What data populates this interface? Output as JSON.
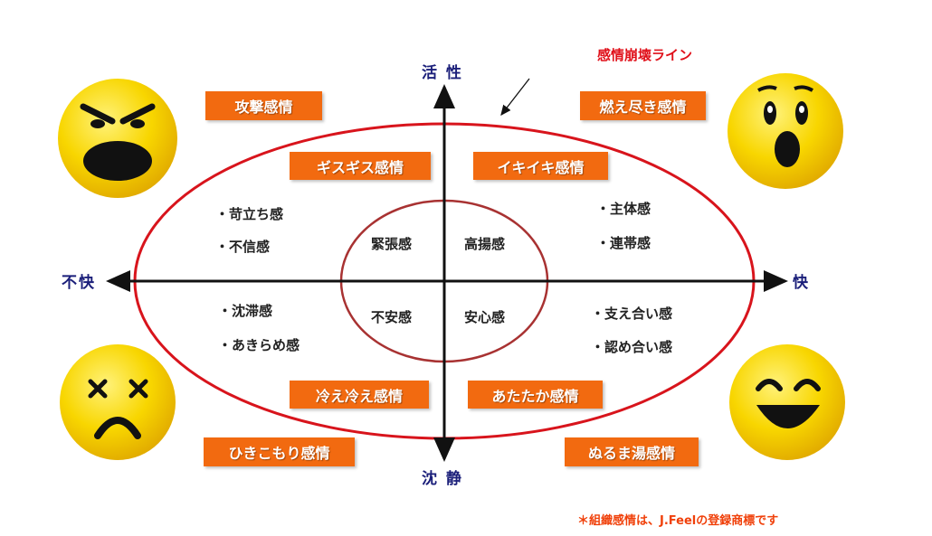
{
  "title": "感情崩壊ライン",
  "axes": {
    "top": "活 性",
    "bottom": "沈 静",
    "left": "不快",
    "right": "快"
  },
  "quadrant_labels": {
    "outer_top_left": "攻撃感情",
    "outer_top_right": "燃え尽き感情",
    "outer_bottom_left": "ひきこもり感情",
    "outer_bottom_right": "ぬるま湯感情",
    "inner_top_left": "ギスギス感情",
    "inner_top_right": "イキイキ感情",
    "inner_bottom_left": "冷え冷え感情",
    "inner_bottom_right": "あたたか感情"
  },
  "items": {
    "top_left": [
      "・苛立ち感",
      "・不信感"
    ],
    "top_right": [
      "・主体感",
      "・連帯感"
    ],
    "bottom_left": [
      "・沈滞感",
      "・あきらめ感"
    ],
    "bottom_right": [
      "・支え合い感",
      "・認め合い感"
    ]
  },
  "center": {
    "top_left": "緊張感",
    "top_right": "高揚感",
    "bottom_left": "不安感",
    "bottom_right": "安心感"
  },
  "faces": {
    "top_left": "angry-face-icon",
    "top_right": "shocked-face-icon",
    "bottom_left": "dizzy-face-icon",
    "bottom_right": "laughing-face-icon"
  },
  "note": "＊組織感情は、J.Feelの登録商標です",
  "colors": {
    "box": "#f26a10",
    "ellipse": "#d8141c",
    "inner_circle": "#a83232",
    "axis_label": "#1b1f7a",
    "face": "#f5d000"
  }
}
